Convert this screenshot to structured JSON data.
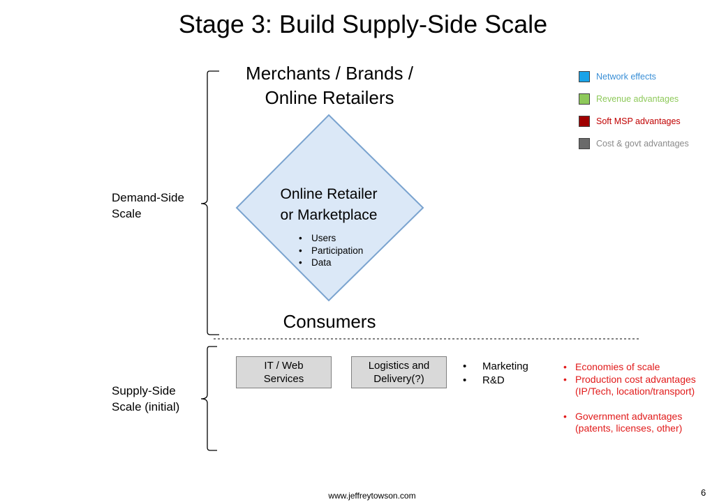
{
  "title": "Stage 3: Build Supply-Side Scale",
  "top_actor": [
    "Merchants / Brands /",
    "Online Retailers"
  ],
  "bottom_actor": "Consumers",
  "center": {
    "title": [
      "Online Retailer",
      "or Marketplace"
    ],
    "bullets": [
      "Users",
      "Participation",
      "Data"
    ]
  },
  "demand_side": [
    "Demand-Side",
    "Scale"
  ],
  "supply_side": [
    "Supply-Side",
    "Scale (initial)"
  ],
  "boxes": {
    "it_web": [
      "IT / Web",
      "Services"
    ],
    "logistics": [
      "Logistics and",
      "Delivery(?)"
    ]
  },
  "supply_bullets": [
    "Marketing",
    "R&D"
  ],
  "red_bullets": {
    "economies": "Economies of scale",
    "production": [
      "Production cost advantages",
      "(IP/Tech, location/transport)"
    ],
    "government": [
      "Government advantages",
      "(patents, licenses, other)"
    ]
  },
  "legend": [
    {
      "label": "Network effects",
      "color": "#1aa3e8",
      "text_color": "#3a8fd6"
    },
    {
      "label": "Revenue  advantages",
      "color": "#8ec95a",
      "text_color": "#8ec95a"
    },
    {
      "label": "Soft MSP advantages",
      "color": "#a00000",
      "text_color": "#c00000"
    },
    {
      "label": "Cost & govt  advantages",
      "color": "#6a6a6a",
      "text_color": "#8a8a8a"
    }
  ],
  "footer": "www.jeffreytowson.com",
  "page_number": "6"
}
